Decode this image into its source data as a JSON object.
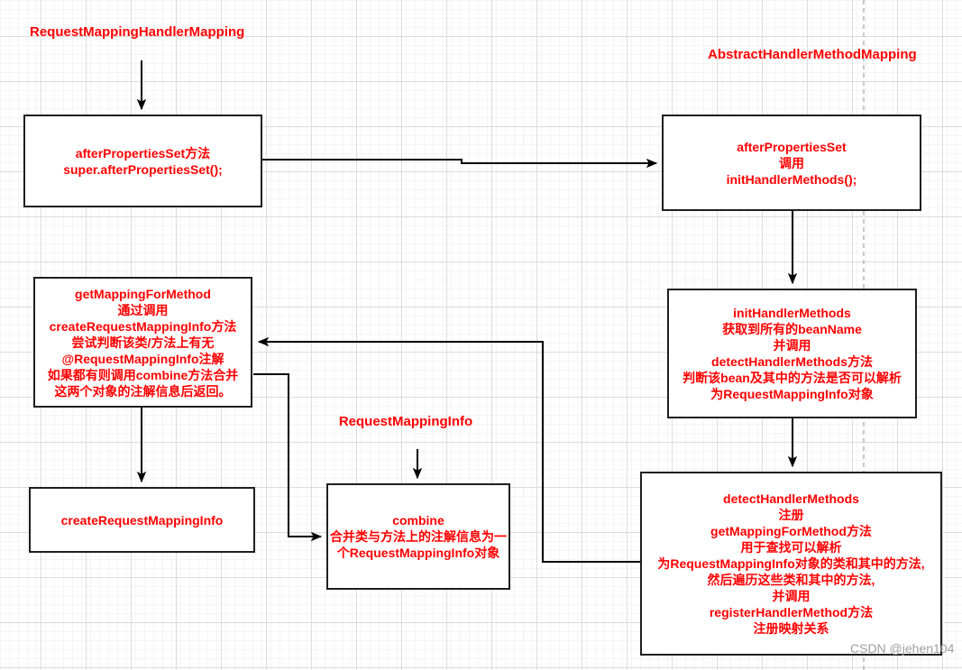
{
  "diagram_title": "RequestMappingHandlerMapping afterPropertiesSet flow",
  "colors": {
    "text_red": "#ff0000",
    "node_border": "#1f1f1f",
    "node_fill": "#ffffff",
    "connector": "#000000",
    "dashed_divider": "#b5b5b5",
    "grid_major": "#dcdcdc",
    "grid_minor": "#f4f4f4",
    "watermark_gray": "#9e9e9e"
  },
  "labels": [
    {
      "text": "RequestMappingHandlerMapping"
    },
    {
      "text": "AbstractHandlerMethodMapping"
    },
    {
      "text": "RequestMappingInfo"
    }
  ],
  "boxes": [
    {
      "name": "afterPropertiesSet-method",
      "lines": [
        "afterPropertiesSet方法",
        "super.afterPropertiesSet();"
      ]
    },
    {
      "name": "afterPropertiesSet",
      "lines": [
        "afterPropertiesSet",
        "调用",
        "initHandlerMethods();"
      ]
    },
    {
      "name": "getMappingForMethod",
      "lines": [
        "getMappingForMethod",
        "通过调用",
        "createRequestMappingInfo方法",
        "尝试判断该类/方法上有无",
        "@RequestMappingInfo注解",
        "如果都有则调用combine方法合并",
        "这两个对象的注解信息后返回。"
      ]
    },
    {
      "name": "initHandlerMethods",
      "lines": [
        "initHandlerMethods",
        "获取到所有的beanName",
        "并调用",
        "detectHandlerMethods方法",
        "判断该bean及其中的方法是否可以解析",
        "为RequestMappingInfo对象"
      ]
    },
    {
      "name": "createRequestMappingInfo",
      "lines": [
        "createRequestMappingInfo"
      ]
    },
    {
      "name": "combine",
      "lines": [
        "combine",
        "合并类与方法上的注解信息为一",
        "个RequestMappingInfo对象"
      ]
    },
    {
      "name": "detectHandlerMethods",
      "lines": [
        "detectHandlerMethods",
        "注册",
        "getMappingForMethod方法",
        "用于查找可以解析",
        "为RequestMappingInfo对象的类和其中的方法,",
        "然后遍历这些类和其中的方法,",
        "并调用",
        "registerHandlerMethod方法",
        "注册映射关系"
      ]
    }
  ],
  "watermark": "CSDN @jehen104"
}
